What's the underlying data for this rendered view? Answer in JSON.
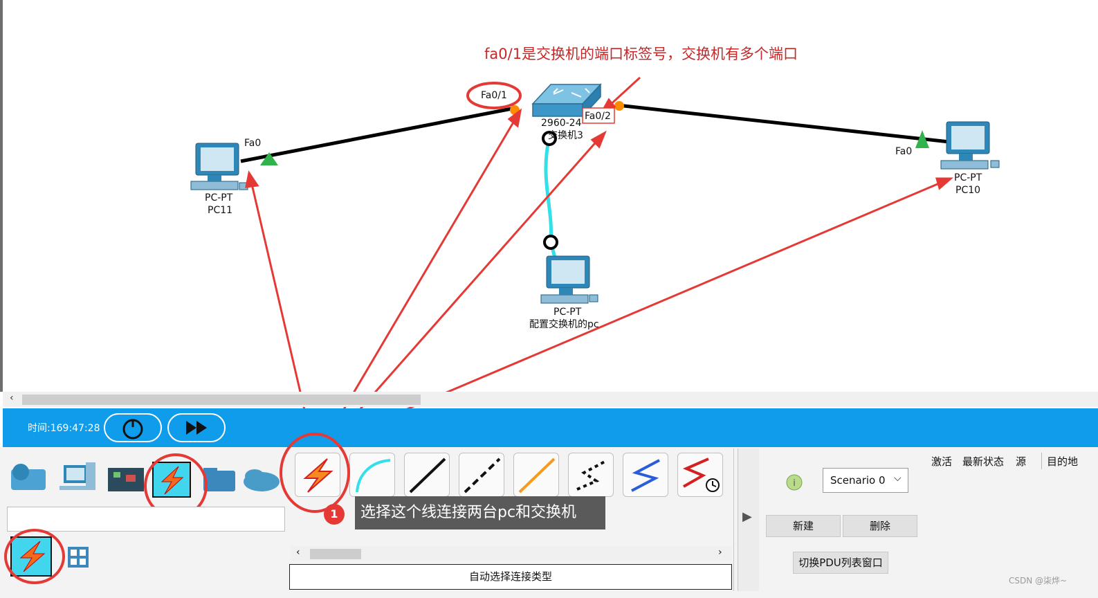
{
  "workspace": {
    "annotation": "fa0/1是交换机的端口标签号，交换机有多个端口",
    "switch": {
      "model": "2960-24",
      "name": "交换机3",
      "port_left": "Fa0/1",
      "port_right": "Fa0/2"
    },
    "pc_left": {
      "type": "PC-PT",
      "name": "PC11",
      "port": "Fa0"
    },
    "pc_right": {
      "type": "PC-PT",
      "name": "PC10",
      "port": "Fa0"
    },
    "pc_bottom": {
      "type": "PC-PT",
      "name": "配置交换机的pc"
    }
  },
  "timebar": {
    "time_label": "时间:169:47:28",
    "reset_icon": "power-cycle-icon",
    "fast_forward_icon": "fast-forward-icon"
  },
  "device_panel": {
    "categories": [
      "network-devices-icon",
      "end-devices-icon",
      "components-icon",
      "connections-icon",
      "misc-icon",
      "multiuser-icon"
    ],
    "subcategories": [
      "connections-icon",
      "grid-icon"
    ],
    "search_value": ""
  },
  "connections": {
    "items": [
      "automatic-icon",
      "console-icon",
      "copper-straight-icon",
      "copper-cross-icon",
      "fiber-icon",
      "phone-icon",
      "coaxial-icon",
      "serial-icon"
    ],
    "selected_label": "自动选择连接类型",
    "tooltip": "选择这个线连接两台pc和交换机",
    "badge": "1"
  },
  "pdu_panel": {
    "scenario": "Scenario 0",
    "new_label": "新建",
    "delete_label": "删除",
    "toggle_label": "切换PDU列表窗口",
    "columns": [
      "激活",
      "最新状态",
      "源",
      "目的地"
    ]
  },
  "watermark": "CSDN @柒烨~",
  "colors": {
    "timebar": "#0e9ceb",
    "annotation": "#c62828",
    "cable": "#000000",
    "console": "#34e0e8"
  }
}
